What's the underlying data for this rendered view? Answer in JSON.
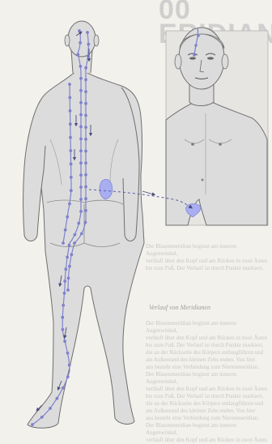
{
  "header": {
    "title_line1": "00",
    "title_line2": "ERIDIAN"
  },
  "caption": "Verlauf von Meridianen",
  "body_text": [
    "Der Blasenmeridian beginnt am inneren Augenwinkel,",
    "verläuft über den Kopf und am Rücken in zwei Ästen",
    "bis zum Fuß. Der Verlauf ist durch Punkte markiert,",
    "die an der Rückseite des Körpers entlangführen und",
    "am Außenrand des kleinen Zehs enden. Von hier",
    "aus besteht eine Verbindung zum Nierenmeridian."
  ],
  "colors": {
    "meridian": "#7f82cc",
    "body_fill": "#dcdcdc",
    "outline": "#6f6f6f",
    "organ": "#a8aef0"
  },
  "icons": [
    "arrow-icon"
  ]
}
